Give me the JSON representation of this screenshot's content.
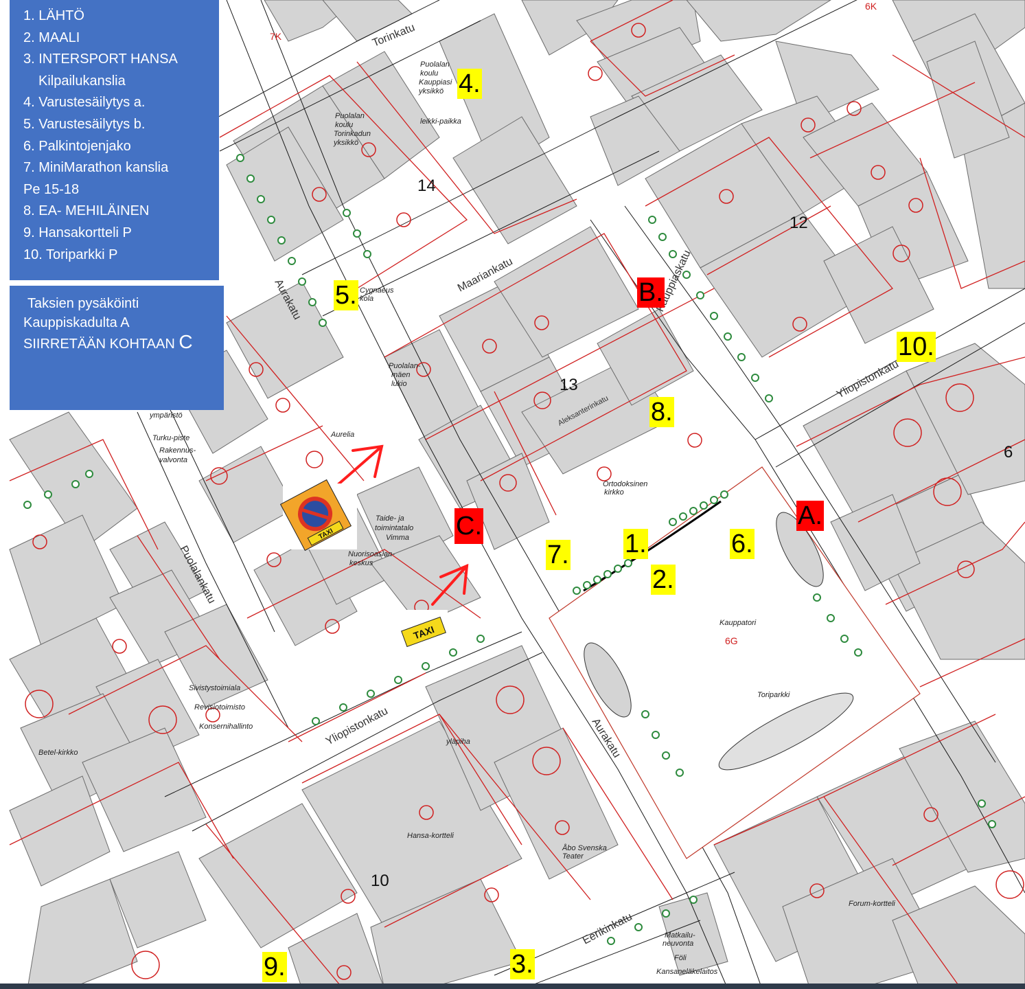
{
  "legend": {
    "items": [
      "1. LÄHTÖ",
      "2. MAALI",
      "3. INTERSPORT HANSA",
      "Kilpailukanslia",
      "4. Varustesäilytys a.",
      "5. Varustesäilytys  b.",
      "6. Palkintojenjako",
      "7. MiniMarathon kanslia",
      "Pe 15-18",
      "8. EA- MEHILÄINEN",
      "9. Hansakortteli P",
      "10. Toriparkki P"
    ]
  },
  "taxi_note": {
    "line1": "Taksien pysäköinti",
    "line2": "Kauppiskadulta  A",
    "line3a": "SIIRRETÄÄN  KOHTAAN ",
    "line3b": "C"
  },
  "markers": {
    "m1": "1.",
    "m2": "2.",
    "m3": "3.",
    "m4": "4.",
    "m5": "5.",
    "m6": "6.",
    "m7": "7.",
    "m8": "8.",
    "m9": "9.",
    "m10": "10.",
    "mA": "A.",
    "mB": "B.",
    "mC": "C."
  },
  "streets": {
    "tor": "Torinkatu",
    "maar": "Maariankatu",
    "kaup": "Kauppiaskatu",
    "yliop_left": "Yliopistonkatu",
    "yliop_right": "Yliopistonkatu",
    "aura_top": "Aurakatu",
    "aura_bottom": "Aurakatu",
    "puol": "Puolalankatu",
    "eerik": "Eerikinkatu",
    "aleks": "Aleksanterinkatu"
  },
  "places": {
    "puol_koulu": [
      "Puolalan",
      "koulu",
      "Kauppiasi",
      "yksikkö"
    ],
    "puol_tor": [
      "Puolalan",
      "koulu",
      "Torinkadun",
      "yksikkö"
    ],
    "cygnaeus": [
      "Cygnaeus",
      "kola"
    ],
    "puol_lukio": [
      "Puolalan-",
      "mäen",
      "lukio"
    ],
    "aurelia": "Aurelia",
    "turku_piste": [
      "ympäristö",
      "Turku-piste",
      "Rakennus-",
      "valvonta"
    ],
    "taide": [
      "Taide- ja",
      "toimintatalo",
      "Vimma",
      "Nuorisoasian-",
      "keskus"
    ],
    "ortodoks": [
      "Ortodoksinen",
      "kirkko"
    ],
    "kauppatori": "Kauppatori",
    "toriparkki": "Toriparkki",
    "sivistys": [
      "Sivistystoimiala",
      "Revisiotoimisto",
      "Konsernihallinto"
    ],
    "betel": "Betel-kirkko",
    "hansa": "Hansa-kortteli",
    "abo": [
      "Åbo Svenska",
      "Teater"
    ],
    "forum": "Forum-kortteli",
    "matkailu": [
      "Matkailu-",
      "neuvonta",
      "Föli",
      "Kansaneläkelaitos"
    ],
    "ylipiha": "yläpiha",
    "leikki": "leikki-paikka"
  },
  "block_numbers": {
    "b14": "14",
    "b13": "13",
    "b12": "12",
    "b10": "10",
    "b6": "6"
  },
  "taxi_sign": "TAXI",
  "small_labels": [
    "6K",
    "6G",
    "7K"
  ]
}
